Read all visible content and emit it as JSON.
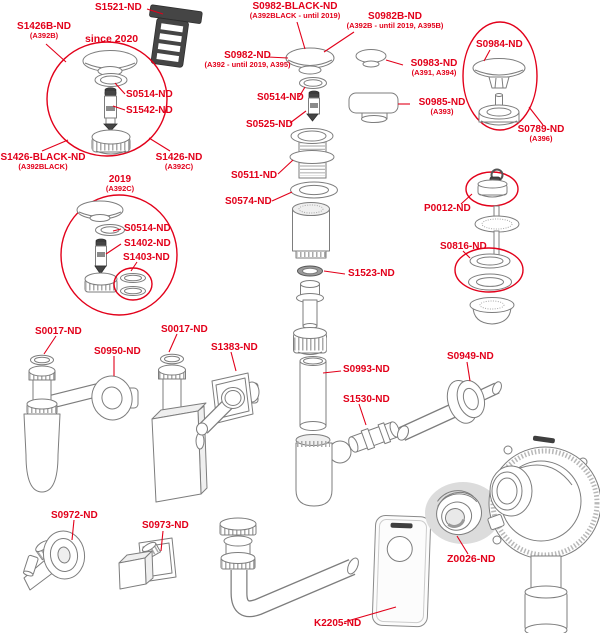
{
  "diagram": {
    "title": "exploded spare-parts diagram of siphon / drain assemblies",
    "accent_red": "#e2001a",
    "line_gray": "#7d7d7d"
  },
  "labels": {
    "s1521": {
      "text": "S1521-ND"
    },
    "s1426b": {
      "text": "S1426B-ND",
      "sub": "(A392B)"
    },
    "since2020": {
      "text": "since 2020"
    },
    "s0514_a": {
      "text": "S0514-ND"
    },
    "s1542": {
      "text": "S1542-ND"
    },
    "s1426black": {
      "text": "S1426-BLACK-ND",
      "sub": "(A392BLACK)"
    },
    "s1426": {
      "text": "S1426-ND",
      "sub": "(A392C)"
    },
    "s0982black": {
      "text": "S0982-BLACK-ND",
      "sub": "(A392BLACK - until 2019)"
    },
    "s0982": {
      "text": "S0982-ND",
      "sub": "(A392 - until 2019, A395)"
    },
    "s0982b": {
      "text": "S0982B-ND",
      "sub": "(A392B - until 2019, A395B)"
    },
    "s0983": {
      "text": "S0983-ND",
      "sub": "(A391, A394)"
    },
    "s0985": {
      "text": "S0985-ND",
      "sub": "(A393)"
    },
    "s0984": {
      "text": "S0984-ND"
    },
    "s0789": {
      "text": "S0789-ND",
      "sub": "(A396)"
    },
    "s0514_b": {
      "text": "S0514-ND"
    },
    "s0525": {
      "text": "S0525-ND"
    },
    "s0511": {
      "text": "S0511-ND"
    },
    "s0574": {
      "text": "S0574-ND"
    },
    "y2019": {
      "text": "2019",
      "sub": "(A392C)"
    },
    "s0514_c": {
      "text": "S0514-ND"
    },
    "s1402": {
      "text": "S1402-ND"
    },
    "s1403": {
      "text": "S1403-ND"
    },
    "s1523": {
      "text": "S1523-ND"
    },
    "p0012": {
      "text": "P0012-ND"
    },
    "s0816": {
      "text": "S0816-ND"
    },
    "s0017_a": {
      "text": "S0017-ND"
    },
    "s0950": {
      "text": "S0950-ND"
    },
    "s0017_b": {
      "text": "S0017-ND"
    },
    "s1383": {
      "text": "S1383-ND"
    },
    "s0993": {
      "text": "S0993-ND"
    },
    "s1530": {
      "text": "S1530-ND"
    },
    "s0949": {
      "text": "S0949-ND"
    },
    "s0972": {
      "text": "S0972-ND"
    },
    "s0973": {
      "text": "S0973-ND"
    },
    "k2205": {
      "text": "K2205-ND"
    },
    "z0026": {
      "text": "Z0026-ND"
    }
  }
}
